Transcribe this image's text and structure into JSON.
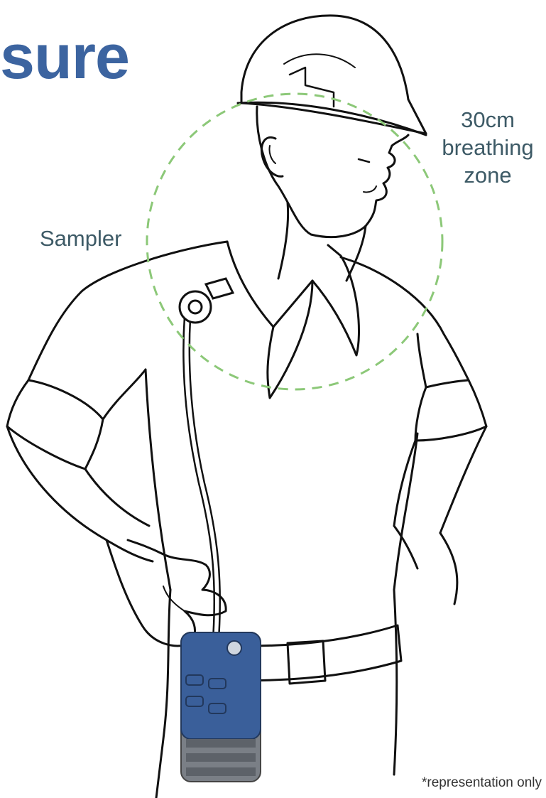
{
  "title": {
    "text": "sure"
  },
  "labels": {
    "breathing_zone_line1": "30cm",
    "breathing_zone_line2": "breathing",
    "breathing_zone_line3": "zone",
    "sampler": "Sampler"
  },
  "footnote": "*representation only",
  "colors": {
    "title": "#3c64a0",
    "zone_circle": "#8cc878",
    "line_art": "#111111",
    "sampler_device": "#3a5f9a",
    "sampler_base": "#7a7f86"
  }
}
